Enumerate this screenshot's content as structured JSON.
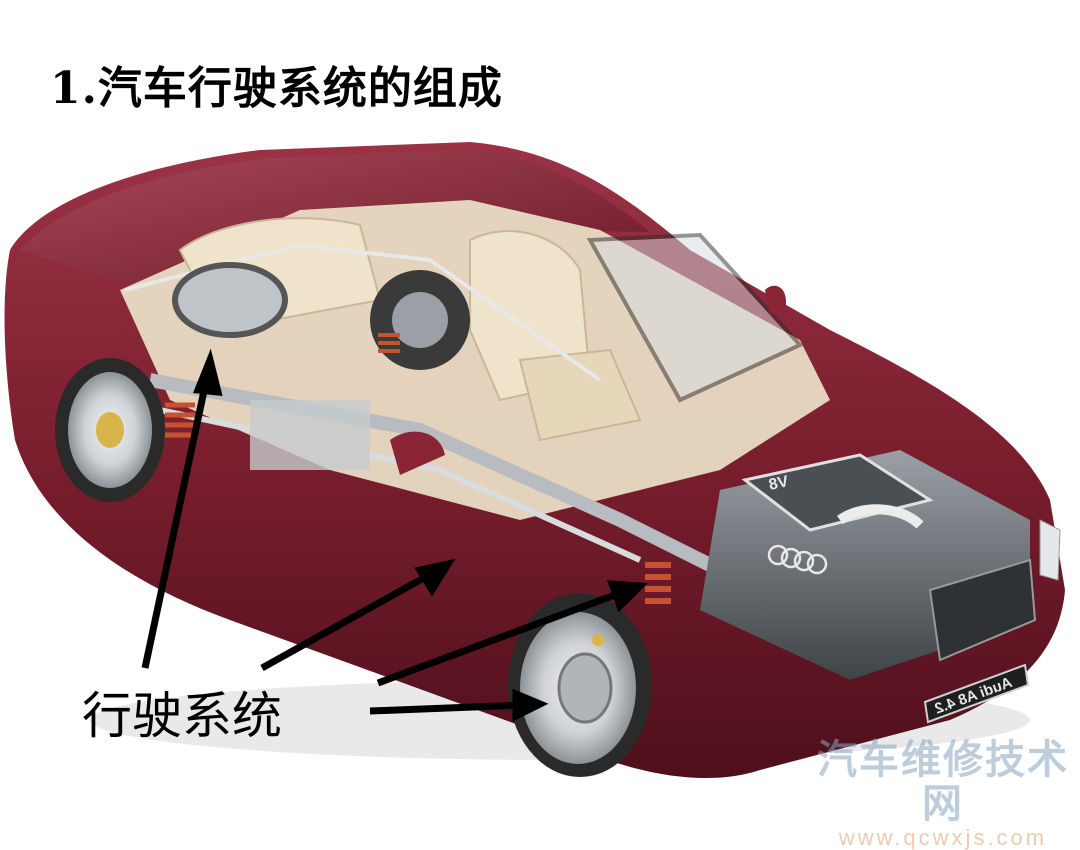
{
  "slide": {
    "title": "1.汽车行驶系统的组成",
    "callout_label": "行驶系统",
    "arrow_count": 4
  },
  "illustration": {
    "subject": "car-cutaway-diagram",
    "license_plate_mirrored": "Audi A8 4.2",
    "engine_badge": "V8",
    "body_color": "#7a1e2e",
    "interior_color": "#e9dcc4"
  },
  "watermark": {
    "site_name": "汽车维修技术网",
    "url": "www.qcwxjs.com"
  }
}
